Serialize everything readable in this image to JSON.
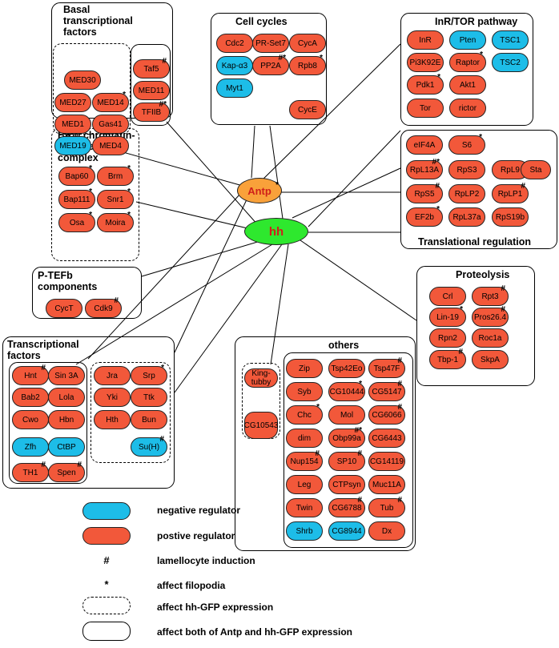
{
  "hubs": {
    "antp": {
      "label": "Antp",
      "marks": "*"
    },
    "hh": {
      "label": "hh"
    }
  },
  "groups": {
    "basal": {
      "title": "Basal\ntranscriptional\nfactors"
    },
    "cell_cycles": {
      "title": "Cell cycles"
    },
    "inr_tor": {
      "title": "InR/TOR pathway"
    },
    "translational": {
      "title": "Translational regulation"
    },
    "brm": {
      "title": "BRM chromatin-\nremodeling\ncomplex"
    },
    "ptefb": {
      "title": "P-TEFb\ncomponents"
    },
    "proteolysis": {
      "title": "Proteolysis"
    },
    "transcriptional": {
      "title": "Transcriptional\nfactors"
    },
    "others": {
      "title": "others"
    }
  },
  "nodes": [
    {
      "label": "MED30",
      "type": "pos",
      "marks": ""
    },
    {
      "label": "MED27",
      "type": "pos",
      "marks": ""
    },
    {
      "label": "MED14",
      "type": "pos",
      "marks": "*"
    },
    {
      "label": "MED1",
      "type": "pos",
      "marks": ""
    },
    {
      "label": "Gas41",
      "type": "pos",
      "marks": ""
    },
    {
      "label": "MED19",
      "type": "neg",
      "marks": ""
    },
    {
      "label": "MED4",
      "type": "pos",
      "marks": ""
    },
    {
      "label": "Taf5",
      "type": "pos",
      "marks": "#"
    },
    {
      "label": "MED11",
      "type": "pos",
      "marks": ""
    },
    {
      "label": "TFIIB",
      "type": "pos",
      "marks": "#*"
    },
    {
      "label": "Cdc2",
      "type": "pos",
      "marks": ""
    },
    {
      "label": "PR-Set7",
      "type": "pos",
      "marks": ""
    },
    {
      "label": "CycA",
      "type": "pos",
      "marks": ""
    },
    {
      "label": "Kap-α3",
      "type": "neg",
      "marks": ""
    },
    {
      "label": "PP2A",
      "type": "pos",
      "marks": "#*"
    },
    {
      "label": "Rpb8",
      "type": "pos",
      "marks": "*"
    },
    {
      "label": "Myt1",
      "type": "neg",
      "marks": ""
    },
    {
      "label": "CycE",
      "type": "pos",
      "marks": ""
    },
    {
      "label": "InR",
      "type": "pos",
      "marks": ""
    },
    {
      "label": "Pten",
      "type": "neg",
      "marks": ""
    },
    {
      "label": "TSC1",
      "type": "neg",
      "marks": ""
    },
    {
      "label": "Pi3K92E",
      "type": "pos",
      "marks": ""
    },
    {
      "label": "Raptor",
      "type": "pos",
      "marks": "*"
    },
    {
      "label": "TSC2",
      "type": "neg",
      "marks": ""
    },
    {
      "label": "Pdk1",
      "type": "pos",
      "marks": "*"
    },
    {
      "label": "Akt1",
      "type": "pos",
      "marks": ""
    },
    {
      "label": "Tor",
      "type": "pos",
      "marks": ""
    },
    {
      "label": "rictor",
      "type": "pos",
      "marks": ""
    },
    {
      "label": "eIF4A",
      "type": "pos",
      "marks": ""
    },
    {
      "label": "S6",
      "type": "pos",
      "marks": "*"
    },
    {
      "label": "RpL13A",
      "type": "pos",
      "marks": "#*"
    },
    {
      "label": "RpS3",
      "type": "pos",
      "marks": ""
    },
    {
      "label": "RpL9",
      "type": "pos",
      "marks": ""
    },
    {
      "label": "Sta",
      "type": "pos",
      "marks": ""
    },
    {
      "label": "RpS5",
      "type": "pos",
      "marks": "#"
    },
    {
      "label": "RpLP2",
      "type": "pos",
      "marks": ""
    },
    {
      "label": "RpLP1",
      "type": "pos",
      "marks": "#"
    },
    {
      "label": "EF2b",
      "type": "pos",
      "marks": "*"
    },
    {
      "label": "RpL37a",
      "type": "pos",
      "marks": ""
    },
    {
      "label": "RpS19b",
      "type": "pos",
      "marks": ""
    },
    {
      "label": "Bap60",
      "type": "pos",
      "marks": "*"
    },
    {
      "label": "Brm",
      "type": "pos",
      "marks": "*"
    },
    {
      "label": "Bap111",
      "type": "pos",
      "marks": "*"
    },
    {
      "label": "Snr1",
      "type": "pos",
      "marks": "*"
    },
    {
      "label": "Osa",
      "type": "pos",
      "marks": "*"
    },
    {
      "label": "Moira",
      "type": "pos",
      "marks": "*"
    },
    {
      "label": "CycT",
      "type": "pos",
      "marks": ""
    },
    {
      "label": "Cdk9",
      "type": "pos",
      "marks": "#"
    },
    {
      "label": "Crl",
      "type": "pos",
      "marks": ""
    },
    {
      "label": "Rpt3",
      "type": "pos",
      "marks": "#"
    },
    {
      "label": "Lin-19",
      "type": "pos",
      "marks": "*"
    },
    {
      "label": "Pros26.4",
      "type": "pos",
      "marks": "#"
    },
    {
      "label": "Rpn2",
      "type": "pos",
      "marks": ""
    },
    {
      "label": "Roc1a",
      "type": "pos",
      "marks": ""
    },
    {
      "label": "Tbp-1",
      "type": "pos",
      "marks": "#"
    },
    {
      "label": "SkpA",
      "type": "pos",
      "marks": ""
    },
    {
      "label": "Hnt",
      "type": "pos",
      "marks": "#"
    },
    {
      "label": "Sin 3A",
      "type": "pos",
      "marks": ""
    },
    {
      "label": "Bab2",
      "type": "pos",
      "marks": ""
    },
    {
      "label": "Lola",
      "type": "pos",
      "marks": ""
    },
    {
      "label": "Cwo",
      "type": "pos",
      "marks": ""
    },
    {
      "label": "Hbn",
      "type": "pos",
      "marks": ""
    },
    {
      "label": "Zfh",
      "type": "neg",
      "marks": ""
    },
    {
      "label": "CtBP",
      "type": "neg",
      "marks": ""
    },
    {
      "label": "TH1",
      "type": "pos",
      "marks": "#"
    },
    {
      "label": "Spen",
      "type": "pos",
      "marks": "#"
    },
    {
      "label": "Jra",
      "type": "pos",
      "marks": ""
    },
    {
      "label": "Srp",
      "type": "pos",
      "marks": "*"
    },
    {
      "label": "Yki",
      "type": "pos",
      "marks": ""
    },
    {
      "label": "Ttk",
      "type": "pos",
      "marks": ""
    },
    {
      "label": "Hth",
      "type": "pos",
      "marks": ""
    },
    {
      "label": "Bun",
      "type": "pos",
      "marks": ""
    },
    {
      "label": "Su(H)",
      "type": "neg",
      "marks": "#"
    },
    {
      "label": "King-\ntubby",
      "type": "pos",
      "marks": ""
    },
    {
      "label": "CG10543",
      "type": "pos",
      "marks": ""
    },
    {
      "label": "Zip",
      "type": "pos",
      "marks": ""
    },
    {
      "label": "Tsp42Eo",
      "type": "pos",
      "marks": ""
    },
    {
      "label": "Tsp47F",
      "type": "pos",
      "marks": "#"
    },
    {
      "label": "Syb",
      "type": "pos",
      "marks": ""
    },
    {
      "label": "CG10444",
      "type": "pos",
      "marks": "*"
    },
    {
      "label": "CG5147",
      "type": "pos",
      "marks": "#"
    },
    {
      "label": "Chc",
      "type": "pos",
      "marks": "*"
    },
    {
      "label": "Mol",
      "type": "pos",
      "marks": ""
    },
    {
      "label": "CG6066",
      "type": "pos",
      "marks": "#"
    },
    {
      "label": "dim",
      "type": "pos",
      "marks": ""
    },
    {
      "label": "Obp99a",
      "type": "pos",
      "marks": "#*"
    },
    {
      "label": "CG6443",
      "type": "pos",
      "marks": ""
    },
    {
      "label": "Nup154",
      "type": "pos",
      "marks": "#"
    },
    {
      "label": "SP10",
      "type": "pos",
      "marks": "#"
    },
    {
      "label": "CG14119",
      "type": "pos",
      "marks": ""
    },
    {
      "label": "Leg",
      "type": "pos",
      "marks": ""
    },
    {
      "label": "CTPsyn",
      "type": "pos",
      "marks": ""
    },
    {
      "label": "Muc11A",
      "type": "pos",
      "marks": ""
    },
    {
      "label": "Twin",
      "type": "pos",
      "marks": ""
    },
    {
      "label": "CG6788",
      "type": "pos",
      "marks": "#"
    },
    {
      "label": "Tub",
      "type": "pos",
      "marks": "#"
    },
    {
      "label": "Shrb",
      "type": "neg",
      "marks": ""
    },
    {
      "label": "CG8944",
      "type": "neg",
      "marks": ""
    },
    {
      "label": "Dx",
      "type": "pos",
      "marks": ""
    }
  ],
  "legend": {
    "negative": "negative regulator",
    "positive": "postive regulator",
    "hash_symbol": "#",
    "hash": "lamellocyte induction",
    "star_symbol": "*",
    "star": "affect filopodia",
    "dashed": "affect hh-GFP expression",
    "solid": "affect both of Antp and hh-GFP expression"
  },
  "colors": {
    "positive": "#f2583a",
    "negative": "#1dbde8",
    "antp": "#f9a13a",
    "hh": "#2ee82e"
  }
}
